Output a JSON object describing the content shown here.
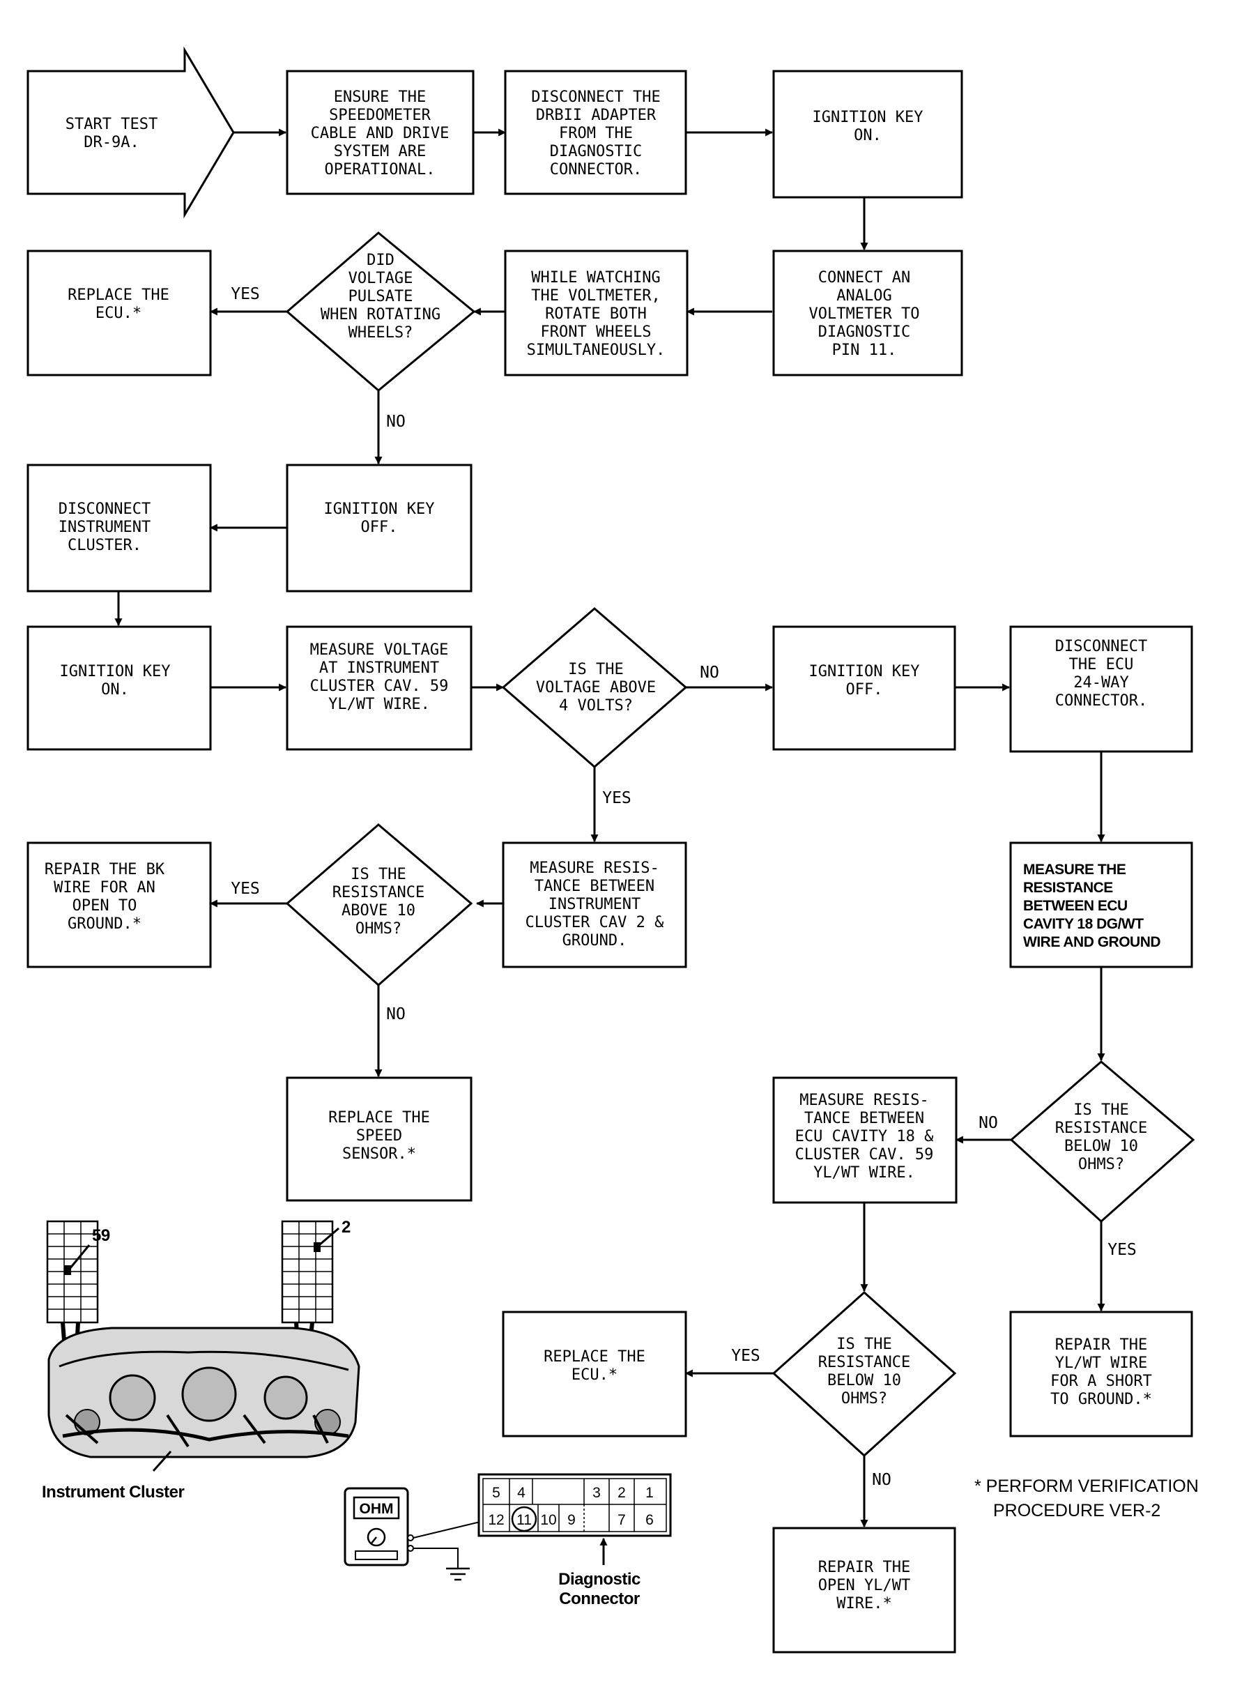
{
  "nodes": {
    "start": [
      "START TEST",
      "DR-9A."
    ],
    "ensure_speedometer": [
      "ENSURE THE",
      "SPEEDOMETER",
      "CABLE AND DRIVE",
      "SYSTEM ARE",
      "OPERATIONAL."
    ],
    "disconnect_drbii": [
      "DISCONNECT THE",
      "DRBII ADAPTER",
      "FROM THE",
      "DIAGNOSTIC",
      "CONNECTOR."
    ],
    "ignition_on_1": [
      "IGNITION KEY",
      "ON."
    ],
    "connect_voltmeter": [
      "CONNECT AN",
      "ANALOG",
      "VOLTMETER TO",
      "DIAGNOSTIC",
      "PIN 11."
    ],
    "watch_voltmeter": [
      "WHILE WATCHING",
      "THE VOLTMETER,",
      "ROTATE BOTH",
      "FRONT WHEELS",
      "SIMULTANEOUSLY."
    ],
    "voltage_pulsate": [
      "DID",
      "VOLTAGE",
      "PULSATE",
      "WHEN ROTATING",
      "WHEELS?"
    ],
    "replace_ecu_1": [
      "REPLACE THE",
      "ECU.*"
    ],
    "ignition_off_1": [
      "IGNITION KEY",
      "OFF."
    ],
    "disconnect_cluster": [
      "DISCONNECT",
      "INSTRUMENT",
      "CLUSTER."
    ],
    "ignition_on_2": [
      "IGNITION KEY",
      "ON."
    ],
    "measure_voltage": [
      "MEASURE VOLTAGE",
      "AT INSTRUMENT",
      "CLUSTER CAV. 59",
      "YL/WT WIRE."
    ],
    "voltage_above_4": [
      "IS THE",
      "VOLTAGE ABOVE",
      "4 VOLTS?"
    ],
    "ignition_off_2": [
      "IGNITION KEY",
      "OFF."
    ],
    "disconnect_ecu": [
      "DISCONNECT",
      "THE ECU",
      "24-WAY",
      "CONNECTOR."
    ],
    "measure_res_cluster": [
      "MEASURE RESIS-",
      "TANCE BETWEEN",
      "INSTRUMENT",
      "CLUSTER CAV 2 &",
      "GROUND."
    ],
    "res_above_10": [
      "IS THE",
      "RESISTANCE",
      "ABOVE 10",
      "OHMS?"
    ],
    "repair_bk": [
      "REPAIR THE BK",
      "WIRE FOR AN",
      "OPEN TO",
      "GROUND.*"
    ],
    "replace_sensor": [
      "REPLACE THE",
      "SPEED",
      "SENSOR.*"
    ],
    "measure_res_ecu18": [
      "MEASURE THE",
      "RESISTANCE",
      "BETWEEN ECU",
      "CAVITY 18 DG/WT",
      "WIRE AND GROUND"
    ],
    "res_below_10_a": [
      "IS THE",
      "RESISTANCE",
      "BELOW 10",
      "OHMS?"
    ],
    "measure_res_ecu_cluster": [
      "MEASURE RESIS-",
      "TANCE BETWEEN",
      "ECU CAVITY 18 &",
      "CLUSTER CAV. 59",
      "YL/WT WIRE."
    ],
    "repair_short": [
      "REPAIR THE",
      "YL/WT WIRE",
      "FOR A SHORT",
      "TO GROUND.*"
    ],
    "res_below_10_b": [
      "IS THE",
      "RESISTANCE",
      "BELOW 10",
      "OHMS?"
    ],
    "replace_ecu_2": [
      "REPLACE THE",
      "ECU.*"
    ],
    "repair_open": [
      "REPAIR THE",
      "OPEN YL/WT",
      "WIRE.*"
    ]
  },
  "edge_labels": {
    "yes": "YES",
    "no": "NO"
  },
  "figures": {
    "cluster_caption": "Instrument Cluster",
    "cavity_59": "59",
    "cavity_2": "2",
    "meter_display": "OHM",
    "diag_caption": [
      "Diagnostic",
      "Connector"
    ],
    "pins_top": [
      "5",
      "4",
      "",
      "3",
      "2",
      "1"
    ],
    "pins_bottom": [
      "12",
      "11",
      "10",
      "9",
      "",
      "7",
      "6"
    ]
  },
  "note": [
    "* PERFORM VERIFICATION",
    "PROCEDURE VER-2"
  ]
}
